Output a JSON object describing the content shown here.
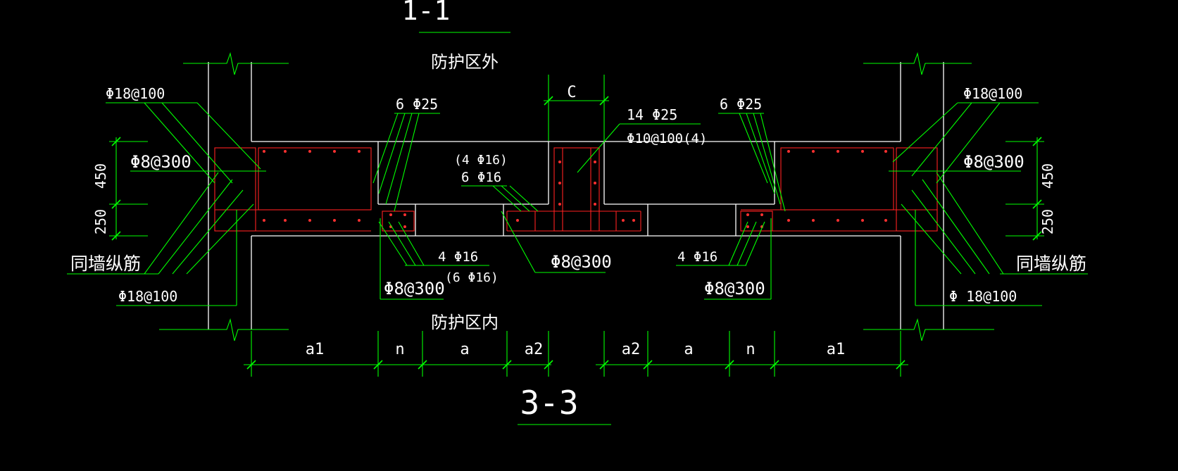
{
  "title_top": "1-1",
  "title_bottom": "3-3",
  "zone_outside": "防护区外",
  "zone_inside": "防护区内",
  "labels": {
    "left_top_rebar": "Φ18@100",
    "left_stirrup": "Φ8@300",
    "left_dim_450": "450",
    "left_dim_250": "250",
    "left_wall_bars": "同墙纵筋",
    "left_bottom_rebar": "Φ18@100",
    "left_6phi25": "6 Φ25",
    "c_label": "C",
    "mid_14phi25": "14 Φ25",
    "mid_phi10": "Φ10@100(4)",
    "mid_4phi16": "(4 Φ16)",
    "mid_6phi16": "6 Φ16",
    "left_4phi16": "4 Φ16",
    "left_6phi16_paren": "(6 Φ16)",
    "left_stirrup2": "Φ8@300",
    "mid_stirrup": "Φ8@300",
    "right_6phi25": "6 Φ25",
    "right_top_rebar": "Φ18@100",
    "right_stirrup": "Φ8@300",
    "right_dim_450": "450",
    "right_dim_250": "250",
    "right_wall_bars": "同墙纵筋",
    "right_bottom_rebar": "Φ 18@100",
    "right_4phi16": "4 Φ16",
    "right_stirrup2": "Φ8@300"
  },
  "dims_left": [
    "a1",
    "n",
    "a",
    "a2"
  ],
  "dims_right": [
    "a2",
    "a",
    "n",
    "a1"
  ],
  "colors": {
    "background": "#000000",
    "concrete": "#ffffff",
    "rebar": "#ff2020",
    "annotation": "#00ff00"
  }
}
